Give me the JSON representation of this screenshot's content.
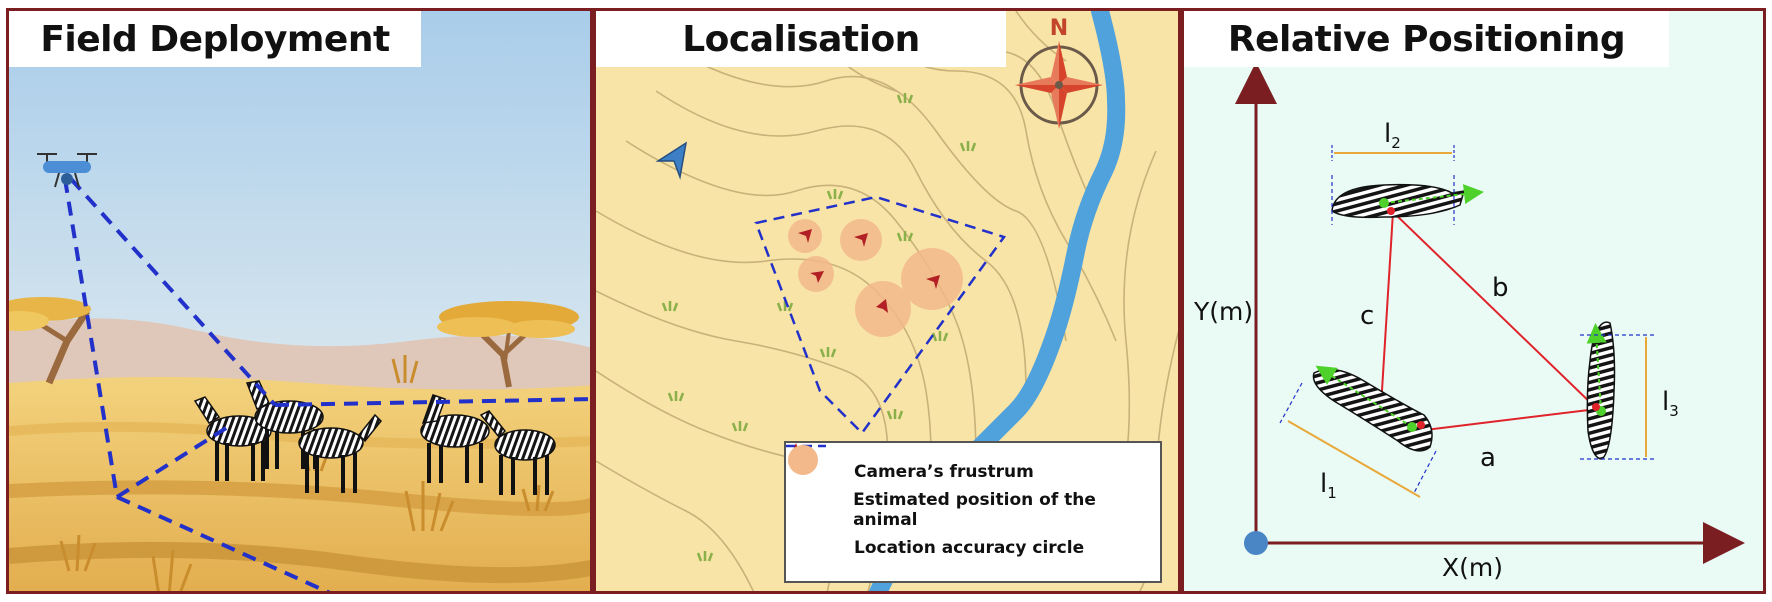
{
  "panels": {
    "field": {
      "title": "Field Deployment"
    },
    "localisation": {
      "title": "Localisation",
      "compass_label": "N",
      "legend": [
        {
          "icon": "dashed-line-icon",
          "label": "Camera’s frustrum"
        },
        {
          "icon": "red-arrow-marker-icon",
          "label": "Estimated position of the animal"
        },
        {
          "icon": "orange-circle-icon",
          "label": "Location accuracy circle"
        }
      ]
    },
    "relative": {
      "title": "Relative Positioning",
      "y_axis_label": "Y(m)",
      "x_axis_label": "X(m)",
      "segments": {
        "a": "a",
        "b": "b",
        "c": "c"
      },
      "lengths": {
        "l1": {
          "base": "l",
          "sub": "1"
        },
        "l2": {
          "base": "l",
          "sub": "2"
        },
        "l3": {
          "base": "l",
          "sub": "3"
        }
      }
    }
  },
  "colors": {
    "border": "#7b1e22",
    "frustrum": "#2231c9",
    "accuracy_circle": "#f3b98a",
    "position_marker": "#b21f24",
    "triangle_edges": "#e0232a",
    "length_bracket": "#e8a93a",
    "heading_arrow": "#4fd12b",
    "river": "#4fa2dc",
    "map_background": "#f8e4a6",
    "relative_background": "#e9fbf4"
  }
}
